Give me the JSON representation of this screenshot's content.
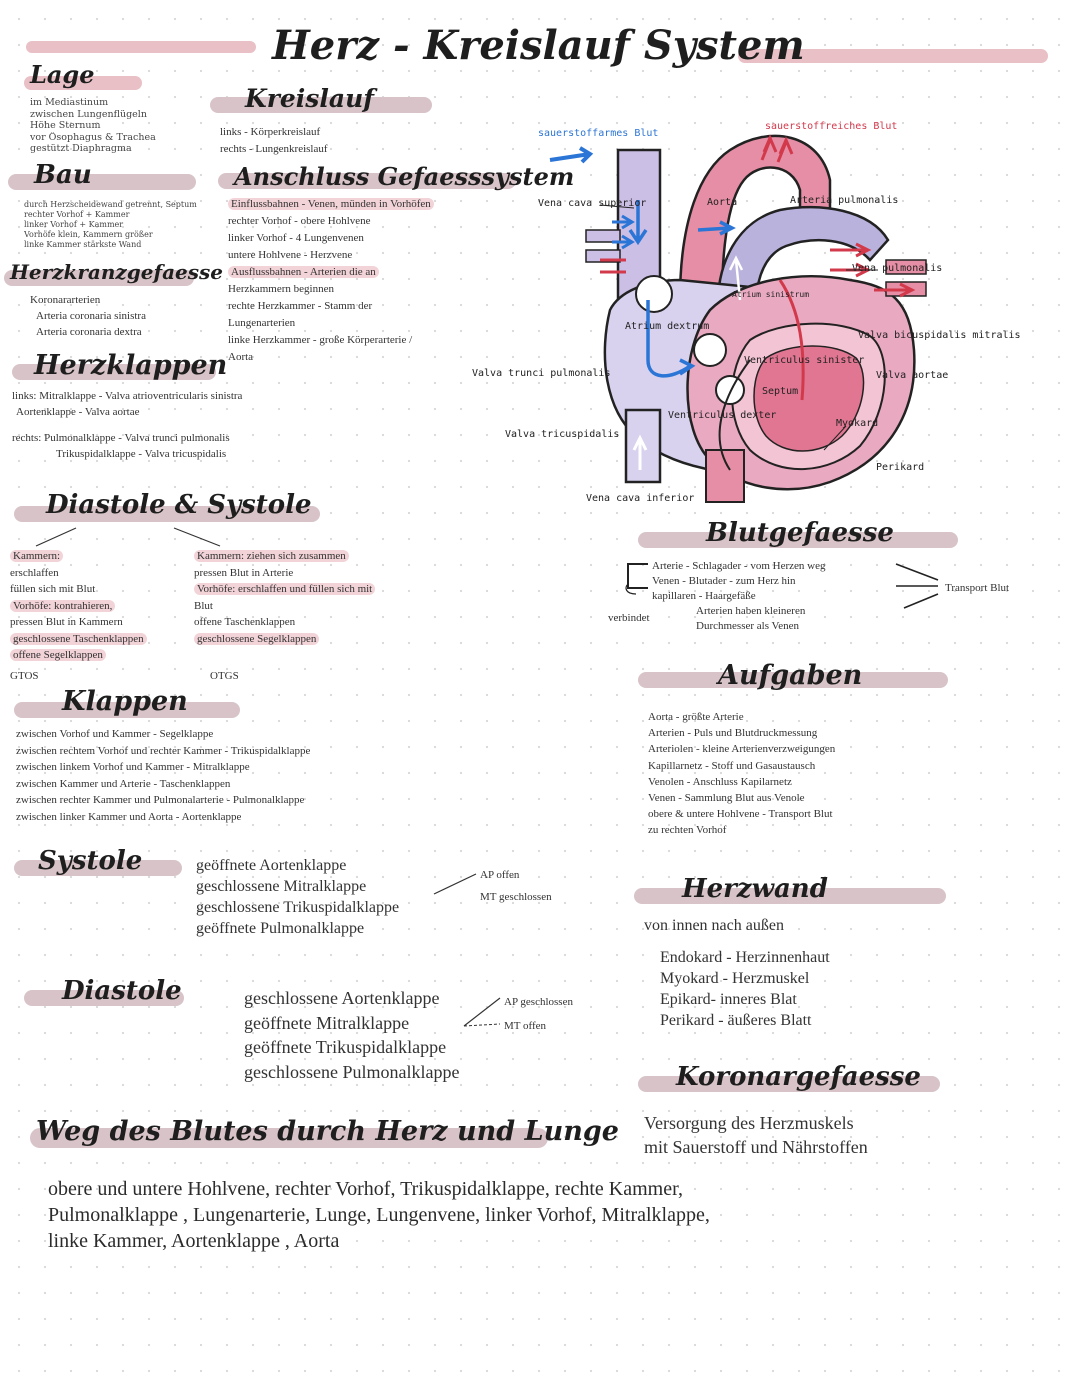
{
  "title": "Herz - Kreislauf System",
  "lage": {
    "heading": "Lage",
    "lines": [
      "im Mediastinum",
      "zwischen Lungenflügeln",
      "Höhe Sternum",
      "vor Ösophagus & Trachea",
      "gestützt Diaphragma"
    ]
  },
  "kreislauf": {
    "heading": "Kreislauf",
    "lines": [
      "links - Körperkreislauf",
      "rechts - Lungenkreislauf"
    ]
  },
  "bau": {
    "heading": "Bau",
    "lines": [
      "durch Herzscheidewand getrennt, Septum",
      "rechter Vorhof + Kammer",
      "linker Vorhof + Kammer",
      "Vorhöfe klein, Kammern größer",
      "linke Kammer stärkste Wand"
    ]
  },
  "anschluss": {
    "heading": "Anschluss Gefaesssystem",
    "lines": [
      "Einflussbahnen - Venen, münden in Vorhöfen",
      "rechter Vorhof - obere Hohlvene",
      "linker Vorhof - 4 Lungenvenen",
      "untere Hohlvene - Herzvene",
      "Ausflussbahnen - Arterien die an",
      "Herzkammern beginnen",
      "rechte Herzkammer - Stamm der",
      "Lungenarterien",
      "linke Herzkammer - große Körperarterie /",
      "Aorta"
    ]
  },
  "kranz": {
    "heading": "Herzkranzgefaesse",
    "lines": [
      "Koronararterien",
      "Arteria coronaria sinistra",
      "Arteria coronaria dextra"
    ]
  },
  "herzklappen": {
    "heading": "Herzklappen",
    "lines": [
      "links: Mitralklappe - Valva atrioventricularis sinistra",
      "Aortenklappe - Valva aortae",
      "rechts: Pulmonalklappe - Valva trunci pulmonalis",
      "Trikuspidalklappe - Valva tricuspidalis"
    ]
  },
  "diagram": {
    "top_left": "sauerstoffarmes Blut",
    "top_right": "sauerstoffreiches Blut",
    "labels": {
      "vena_cava_sup": "Vena cava superior",
      "aorta": "Aorta",
      "arteria_pulm": "Arteria pulmonalis",
      "vena_pulm": "Vena pulmonalis",
      "atrium_sin": "Atrium sinistrum",
      "atrium_dex": "Atrium dextrum",
      "valva_bicusp": "Valva bicuspidalis mitralis",
      "valva_trunci": "Valva trunci pulmonalis",
      "ventr_sin": "Ventriculus sinister",
      "valva_aortae": "Valva aortae",
      "septum": "Septum",
      "ventr_dex": "Ventriculus dexter",
      "myokard": "Myokard",
      "valva_tricusp": "Valva tricuspidalis",
      "perikard": "Perikard",
      "vena_cava_inf": "Vena cava inferior"
    }
  },
  "diastole_systole": {
    "heading": "Diastole & Systole",
    "left": [
      "Kammern:",
      "erschlaffen",
      "füllen sich mit Blut",
      "Vorhöfe: kontrahieren,",
      "pressen Blut in Kammern",
      "geschlossene Taschenklappen",
      "offene Segelklappen"
    ],
    "right": [
      "Kammern: ziehen sich zusammen",
      "pressen Blut in Arterie",
      "Vorhöfe: erschlaffen und füllen sich mit",
      "Blut",
      "offene Taschenklappen",
      "geschlossene Segelklappen"
    ],
    "left_code": "GTOS",
    "right_code": "OTGS"
  },
  "klappen": {
    "heading": "Klappen",
    "lines": [
      "zwischen Vorhof und Kammer - Segelklappe",
      "zwischen rechtem Vorhof und rechter Kammer - Trikuspidalklappe",
      "zwischen linkem Vorhof und Kammer - Mitralklappe",
      "zwischen Kammer und Arterie - Taschenklappen",
      "zwischen rechter Kammer und Pulmonalarterie - Pulmonalklappe",
      "zwischen linker Kammer und Aorta - Aortenklappe"
    ]
  },
  "systole": {
    "heading": "Systole",
    "lines": [
      "geöffnete Aortenklappe",
      "geschlossene Mitralklappe",
      "geschlossene Trikuspidalklappe",
      "geöffnete Pulmonalklappe"
    ],
    "notes": [
      "AP offen",
      "MT geschlossen"
    ]
  },
  "diastole": {
    "heading": "Diastole",
    "lines": [
      "geschlossene Aortenklappe",
      "geöffnete Mitralklappe",
      "geöffnete Trikuspidalklappe",
      "geschlossene Pulmonalklappe"
    ],
    "notes": [
      "AP geschlossen",
      "MT offen"
    ]
  },
  "blutgefaesse": {
    "heading": "Blutgefaesse",
    "lines": [
      "Arterie - Schlagader - vom Herzen weg",
      "Venen - Blutader - zum Herz hin",
      "kapillaren - Haargefäße",
      "Arterien haben kleineren",
      "Durchmesser als Venen"
    ],
    "side_left": "verbindet",
    "side_right": "Transport Blut"
  },
  "aufgaben": {
    "heading": "Aufgaben",
    "lines": [
      "Aorta - größte Arterie",
      "Arterien - Puls und Blutdruckmessung",
      "Arteriolen - kleine Arterienverzweigungen",
      "Kapillarnetz - Stoff und Gasaustausch",
      "Venolen - Anschluss Kapilarnetz",
      "Venen - Sammlung Blut aus Venole",
      "obere & untere Hohlvene - Transport Blut",
      "zu rechten Vorhof"
    ]
  },
  "herzwand": {
    "heading": "Herzwand",
    "intro": "von innen nach außen",
    "lines": [
      "Endokard - Herzinnenhaut",
      "Myokard - Herzmuskel",
      "Epikard- inneres Blat",
      "Perikard - äußeres Blatt"
    ]
  },
  "koronar": {
    "heading": "Koronargefaesse",
    "lines": [
      "Versorgung des Herzmuskels",
      "mit Sauerstoff und Nährstoffen"
    ]
  },
  "weg": {
    "heading": "Weg des Blutes durch Herz und Lunge",
    "lines": [
      "obere und untere Hohlvene, rechter Vorhof, Trikuspidalklappe, rechte Kammer,",
      "Pulmonalklappe , Lungenarterie, Lunge, Lungenvene, linker Vorhof, Mitralklappe,",
      "linke Kammer, Aortenklappe , Aorta"
    ]
  },
  "colors": {
    "highlight": "#e8c0c6",
    "blue": "#2b75d6",
    "red": "#d23a4c",
    "heart_pink": "#e9a9c0",
    "heart_lilac": "#cbbfe6"
  }
}
